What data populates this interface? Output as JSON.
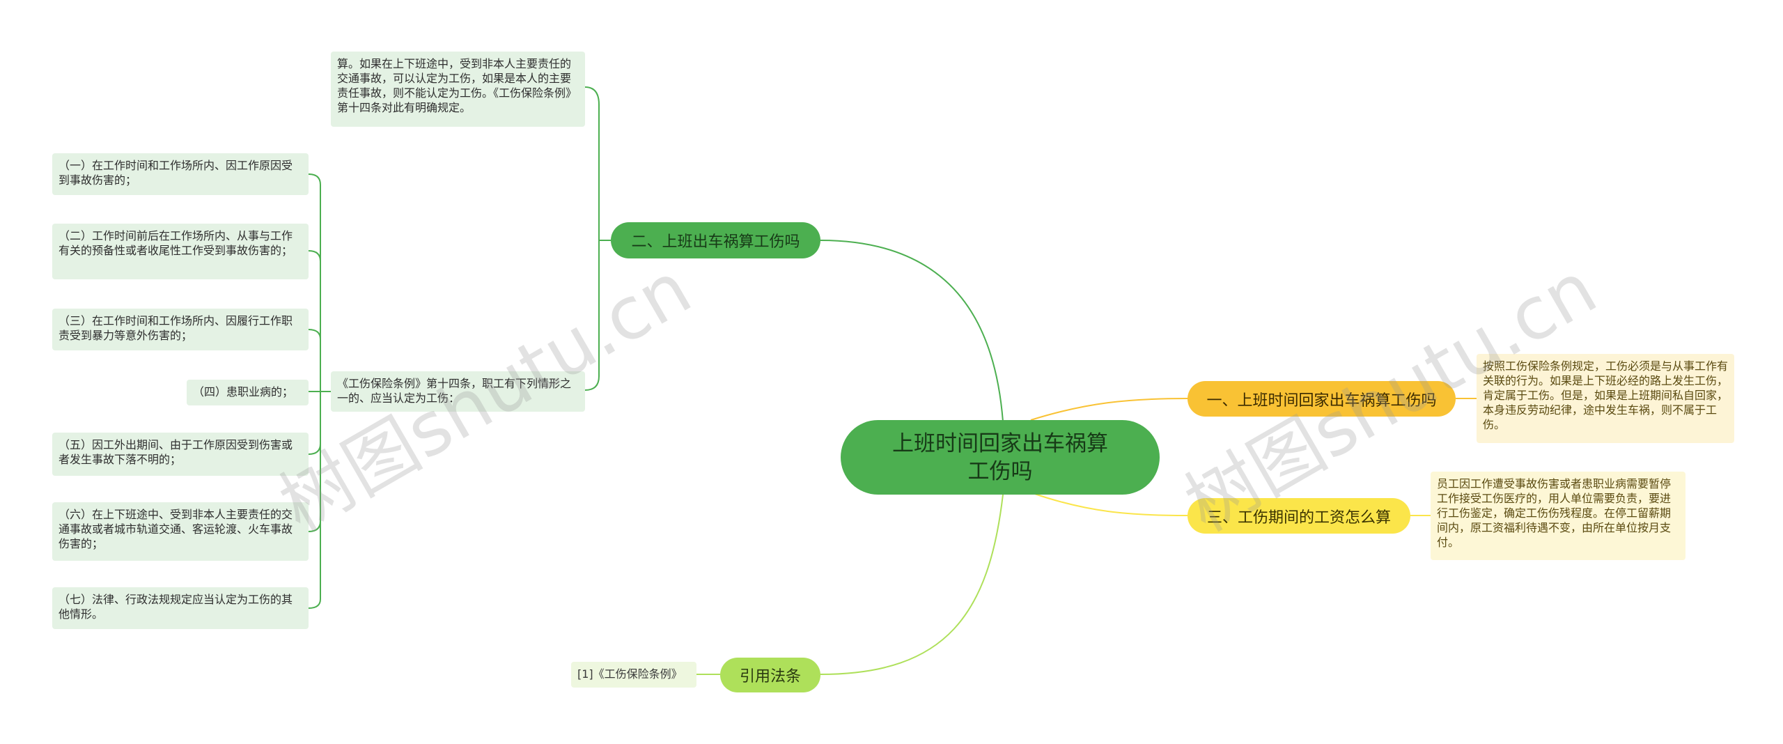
{
  "root": {
    "label": "上班时间回家出车祸算工伤吗"
  },
  "branches": {
    "b1": {
      "label": "一、上班时间回家出车祸算工伤吗",
      "color": "#f9c234"
    },
    "b2": {
      "label": "二、上班出车祸算工伤吗",
      "color": "#4caf50"
    },
    "b3": {
      "label": "三、工伤期间的工资怎么算",
      "color": "#fbe54a"
    },
    "b4": {
      "label": "引用法条",
      "color": "#aee05a"
    }
  },
  "leaves": {
    "b1_text": "按照工伤保险条例规定，工伤必须是与从事工作有关联的行为。如果是上下班必经的路上发生工伤，肯定属于工伤。但是，如果是上班期间私自回家，本身违反劳动纪律，途中发生车祸，则不属于工伤。",
    "b3_text": "员工因工作遭受事故伤害或者患职业病需要暂停工作接受工伤医疗的，用人单位需要负责，要进行工伤鉴定，确定工伤伤残程度。在停工留薪期间内，原工资福利待遇不变，由所在单位按月支付。",
    "b2_text1": "算。如果在上下班途中，受到非本人主要责任的交通事故，可以认定为工伤，如果是本人的主要责任事故，则不能认定为工伤。《工伤保险条例》第十四条对此有明确规定。",
    "b2_text2": "《工伤保险条例》第十四条，职工有下列情形之一的、应当认定为工伤：",
    "b4_text": "[1]《工伤保险条例》",
    "items": [
      "（一）在工作时间和工作场所内、因工作原因受到事故伤害的；",
      "（二）工作时间前后在工作场所内、从事与工作有关的预备性或者收尾性工作受到事故伤害的；",
      "（三）在工作时间和工作场所内、因履行工作职责受到暴力等意外伤害的；",
      "（四）患职业病的；",
      "（五）因工外出期间、由于工作原因受到伤害或者发生事故下落不明的；",
      "（六）在上下班途中、受到非本人主要责任的交通事故或者城市轨道交通、客运轮渡、火车事故伤害的；",
      "（七）法律、行政法规规定应当认定为工伤的其他情形。"
    ]
  },
  "watermark": "树图shutu.cn"
}
